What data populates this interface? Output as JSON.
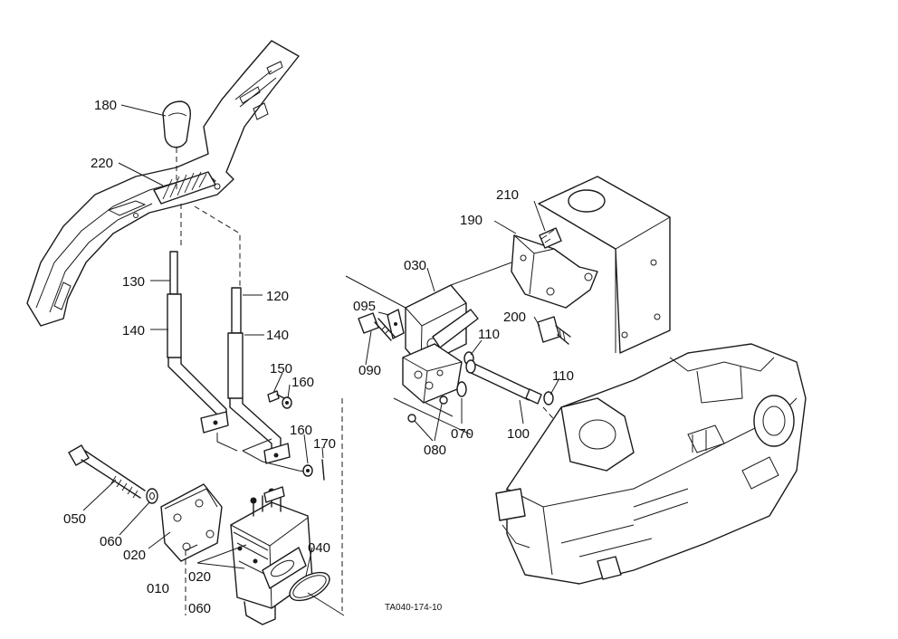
{
  "labels": {
    "p180": "180",
    "p220": "220",
    "p130": "130",
    "p140a": "140",
    "p120": "120",
    "p140b": "140",
    "p150": "150",
    "p160a": "160",
    "p160b": "160",
    "p170": "170",
    "p050": "050",
    "p060a": "060",
    "p020a": "020",
    "p010": "010",
    "p020b": "020",
    "p060b": "060",
    "p040": "040",
    "p030": "030",
    "p095": "095",
    "p090": "090",
    "p110a": "110",
    "p110b": "110",
    "p100": "100",
    "p070": "070",
    "p080": "080",
    "p190": "190",
    "p210": "210",
    "p200": "200"
  },
  "drawing_code": "TA040-174-10"
}
